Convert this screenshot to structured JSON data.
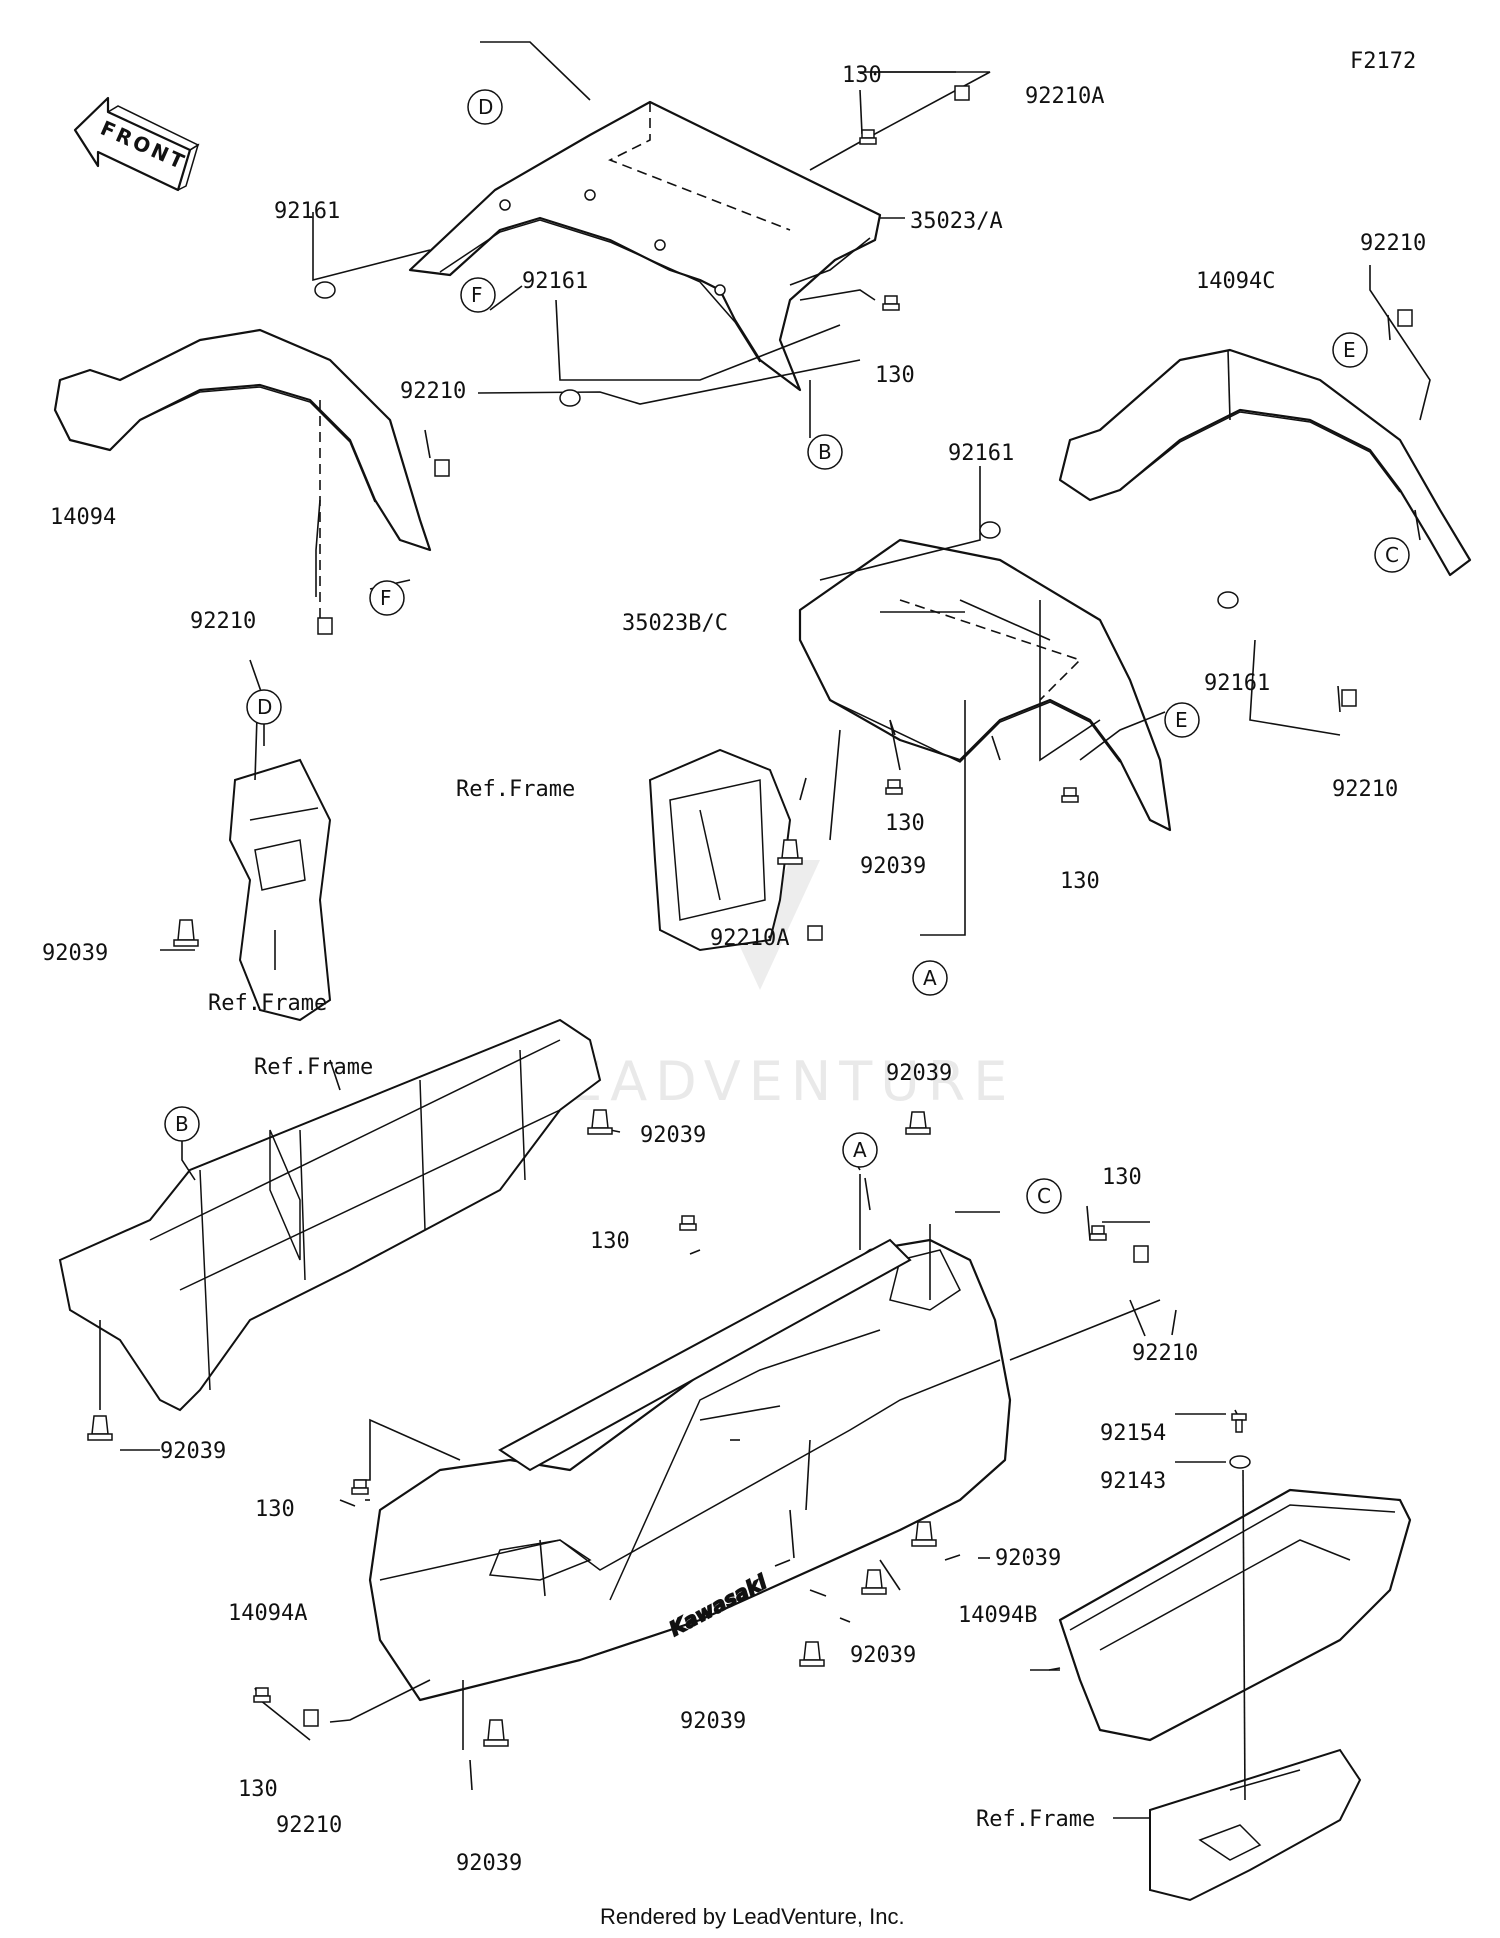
{
  "diagram_id": "F2172",
  "front_label": "FRONT",
  "watermark": "LEADVENTURE",
  "footer": "Rendered by LeadVenture, Inc.",
  "ref_frame": "Ref.Frame",
  "callouts": {
    "A": "A",
    "B": "B",
    "C": "C",
    "D": "D",
    "E": "E",
    "F": "F"
  },
  "parts": {
    "p130": "130",
    "p92210A": "92210A",
    "p35023A": "35023/A",
    "p35023BC": "35023B/C",
    "p92161": "92161",
    "p92210": "92210",
    "p14094": "14094",
    "p14094A": "14094A",
    "p14094B": "14094B",
    "p14094C": "14094C",
    "p92039": "92039",
    "p92154": "92154",
    "p92143": "92143"
  },
  "brand_mark": "Kawasaki"
}
